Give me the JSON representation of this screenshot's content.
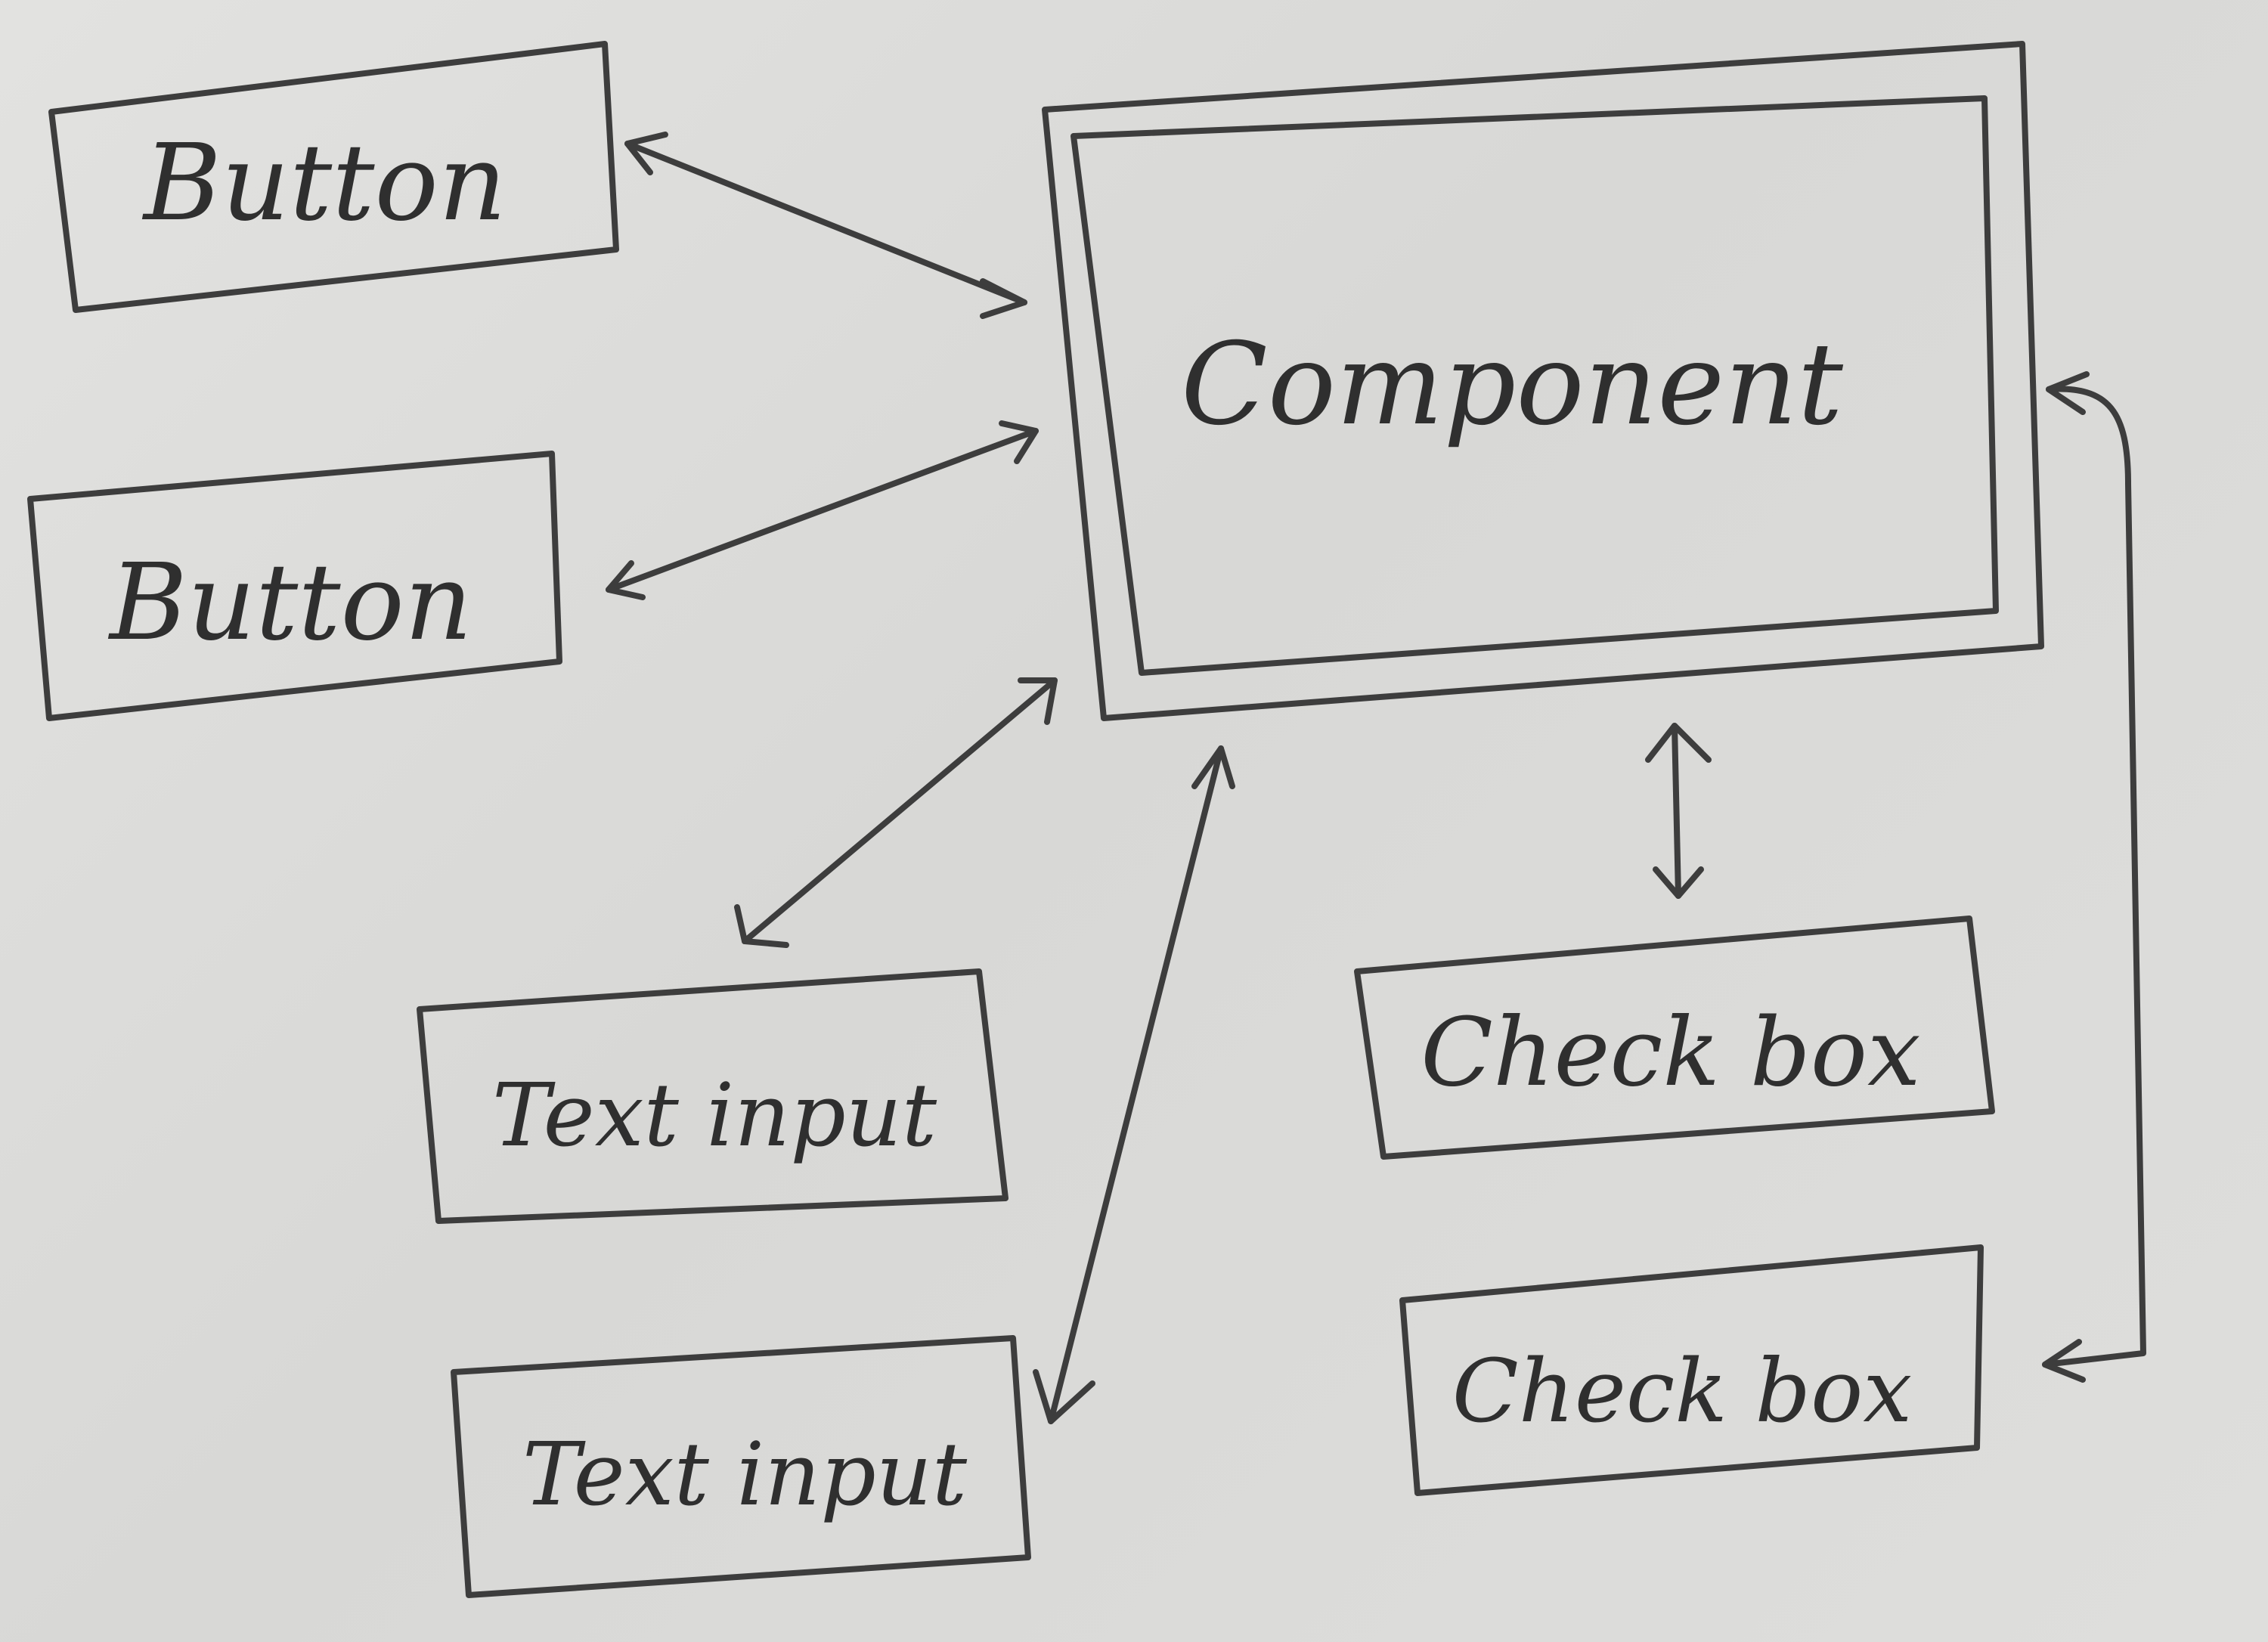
{
  "labels": {
    "component": "Component",
    "button_1": "Button",
    "button_2": "Button",
    "text_input_1": "Text input",
    "text_input_2": "Text input",
    "check_box_1": "Check box",
    "check_box_2": "Check box"
  },
  "stroke_color": "#3d3d3d",
  "background_color": "#dcdcda"
}
